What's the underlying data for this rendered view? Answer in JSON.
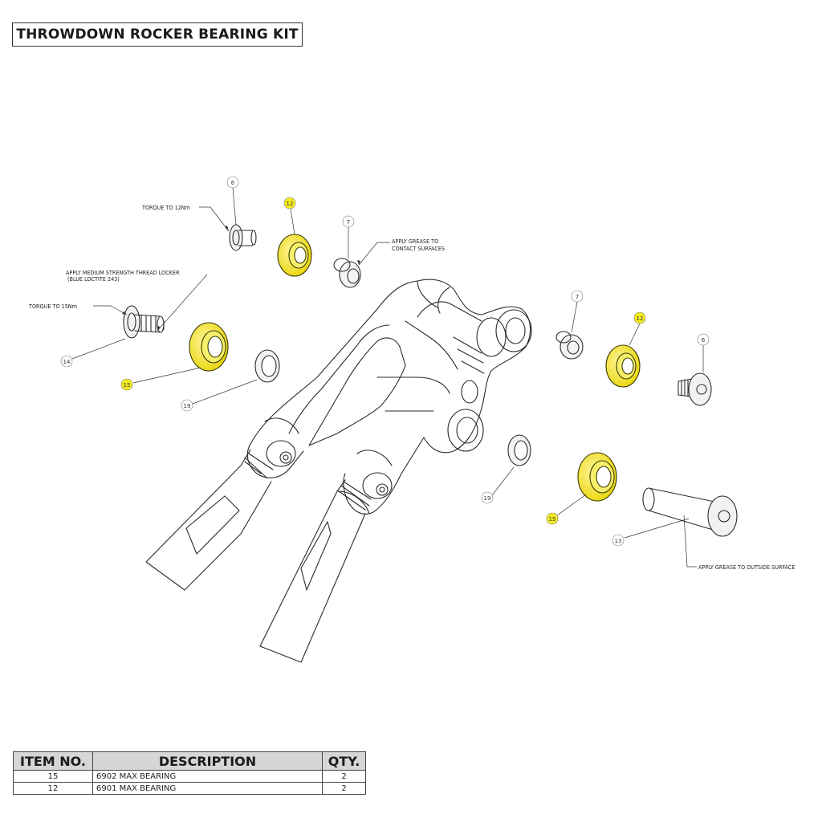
{
  "title": "THROWDOWN ROCKER BEARING KIT",
  "annotations": {
    "torque_12": "TORQUE TO 12Nm",
    "thread_locker_1": "APPLY MEDIUM STRENGTH THREAD LOCKER",
    "thread_locker_2": "(BLUE LOCTITE 243)",
    "torque_15": "TORQUE TO 15Nm",
    "grease_contact_1": "APPLY GREASE TO",
    "grease_contact_2": "CONTACT SURFACES",
    "grease_outside": "APPLY GREASE TO OUTSIDE SURFACE"
  },
  "balloons": [
    {
      "id": "b6a",
      "label": "6",
      "highlight": false
    },
    {
      "id": "b12a",
      "label": "12",
      "highlight": true
    },
    {
      "id": "b7a",
      "label": "7",
      "highlight": false
    },
    {
      "id": "b14",
      "label": "14",
      "highlight": false
    },
    {
      "id": "b15a",
      "label": "15",
      "highlight": true
    },
    {
      "id": "b19a",
      "label": "19",
      "highlight": false
    },
    {
      "id": "b7b",
      "label": "7",
      "highlight": false
    },
    {
      "id": "b12b",
      "label": "12",
      "highlight": true
    },
    {
      "id": "b6b",
      "label": "6",
      "highlight": false
    },
    {
      "id": "b19b",
      "label": "19",
      "highlight": false
    },
    {
      "id": "b15b",
      "label": "15",
      "highlight": true
    },
    {
      "id": "b13",
      "label": "13",
      "highlight": false
    }
  ],
  "colors": {
    "highlight": "#f4ec1e",
    "line": "#333333"
  },
  "bom": {
    "headers": [
      "ITEM NO.",
      "DESCRIPTION",
      "QTY."
    ],
    "rows": [
      {
        "item": "15",
        "description": "6902 MAX BEARING",
        "qty": "2"
      },
      {
        "item": "12",
        "description": "6901 MAX BEARING",
        "qty": "2"
      }
    ]
  }
}
